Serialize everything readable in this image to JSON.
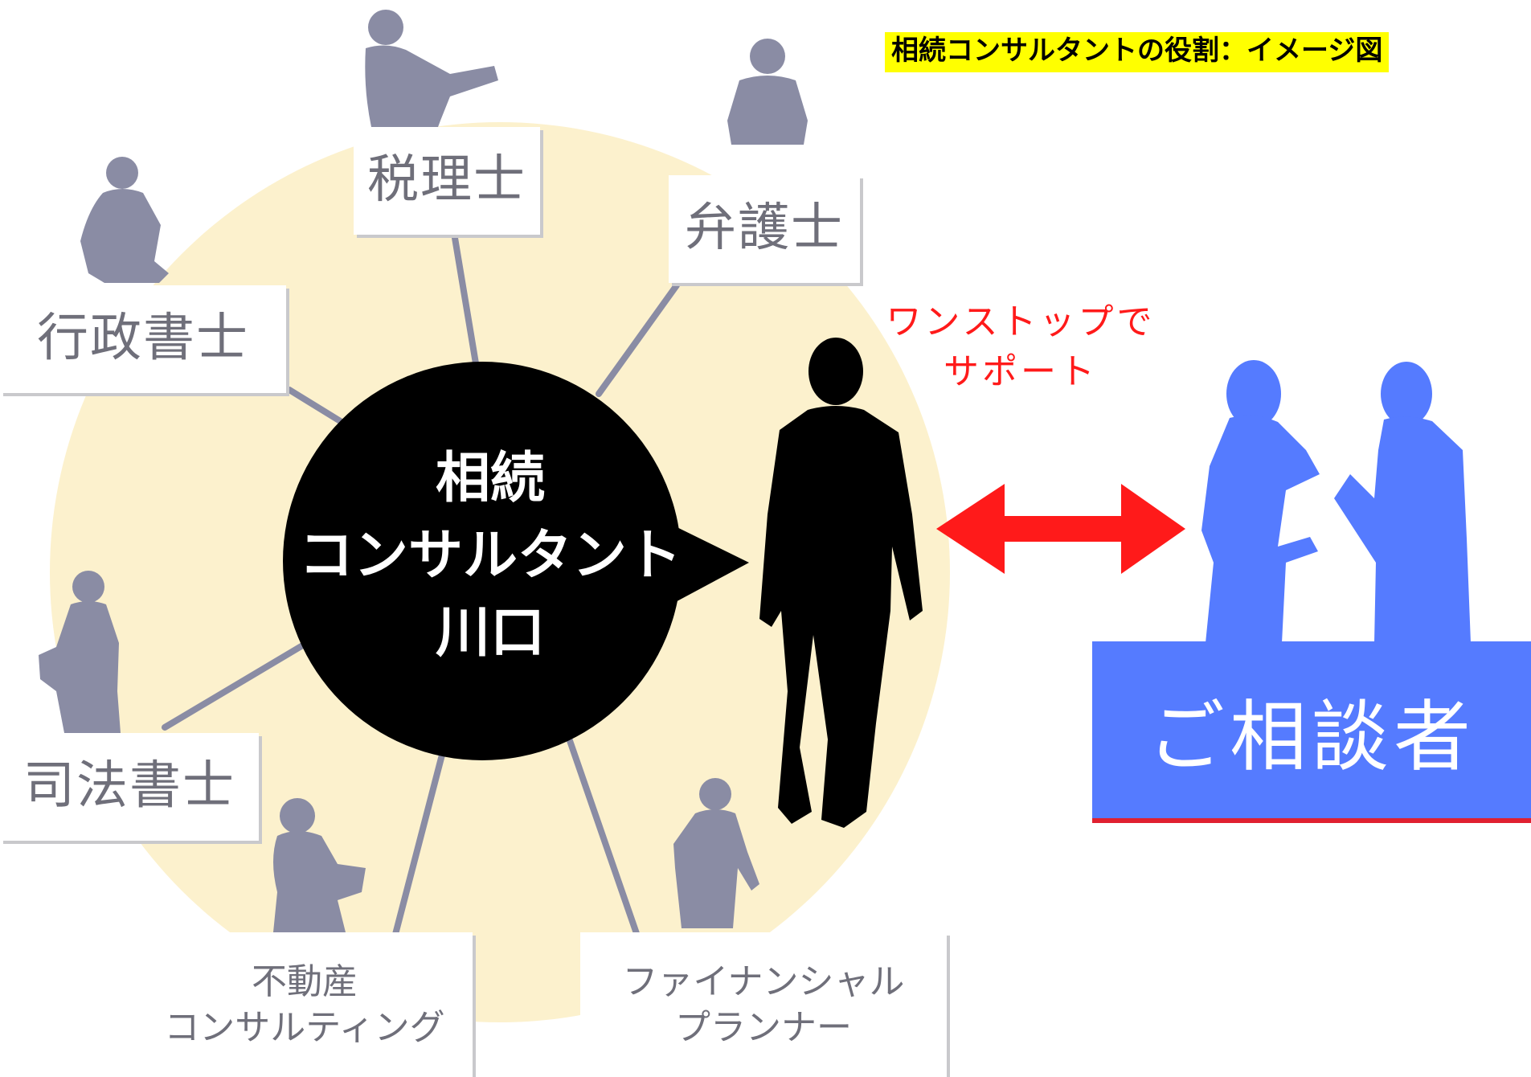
{
  "title": "相続コンサルタントの役割：イメージ図",
  "center": {
    "line1": "相続",
    "line2": "コンサルタント",
    "line3": "川口"
  },
  "professionals": {
    "tax_accountant": "税理士",
    "lawyer": "弁護士",
    "admin_scrivener": "行政書士",
    "judicial_scrivener": "司法書士",
    "real_estate_line1": "不動産",
    "real_estate_line2": "コンサルティング",
    "financial_line1": "ファイナンシャル",
    "financial_line2": "プランナー"
  },
  "tagline": {
    "line1": "ワンストップで",
    "line2": "サポート"
  },
  "client": "ご相談者",
  "colors": {
    "background_circle": "#fcf1cd",
    "silhouette_gray": "#8a8ca4",
    "center_black": "#000000",
    "client_blue": "#557bff",
    "arrow_red": "#ff1a1a",
    "title_highlight": "#ffff00"
  }
}
